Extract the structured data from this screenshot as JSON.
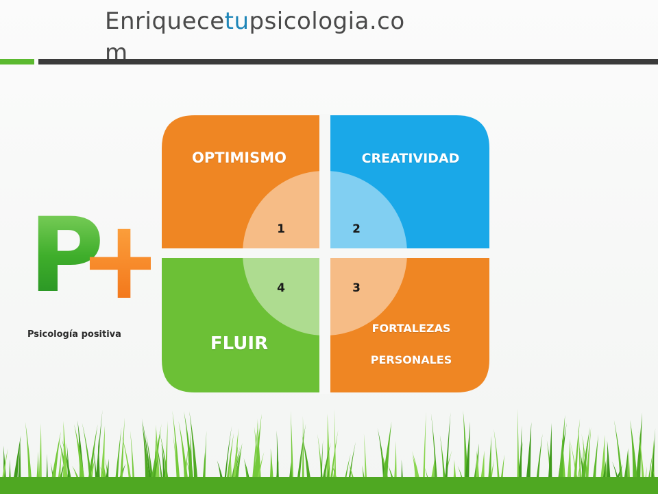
{
  "header": {
    "title_part1": "Enriquece",
    "title_accent": "tu",
    "title_part2": "psicologia.com"
  },
  "logo": {
    "letter": "P",
    "symbol": "+",
    "caption": "Psicología positiva"
  },
  "diagram": {
    "quadrants": [
      {
        "number": "1",
        "label": "OPTIMISMO",
        "color": "#ef8623"
      },
      {
        "number": "2",
        "label": "CREATIVIDAD",
        "color": "#1aa8e8"
      },
      {
        "number": "3",
        "label_line1": "FORTALEZAS",
        "label_line2": "PERSONALES",
        "color": "#ef8623"
      },
      {
        "number": "4",
        "label": "FLUIR",
        "color": "#6cc036"
      }
    ]
  },
  "colors": {
    "header_text": "#4a4a4a",
    "header_accent": "#1f86b8",
    "rule_green": "#5bb92f",
    "rule_dark": "#3a3a3a",
    "grass": "#5fb82a"
  }
}
